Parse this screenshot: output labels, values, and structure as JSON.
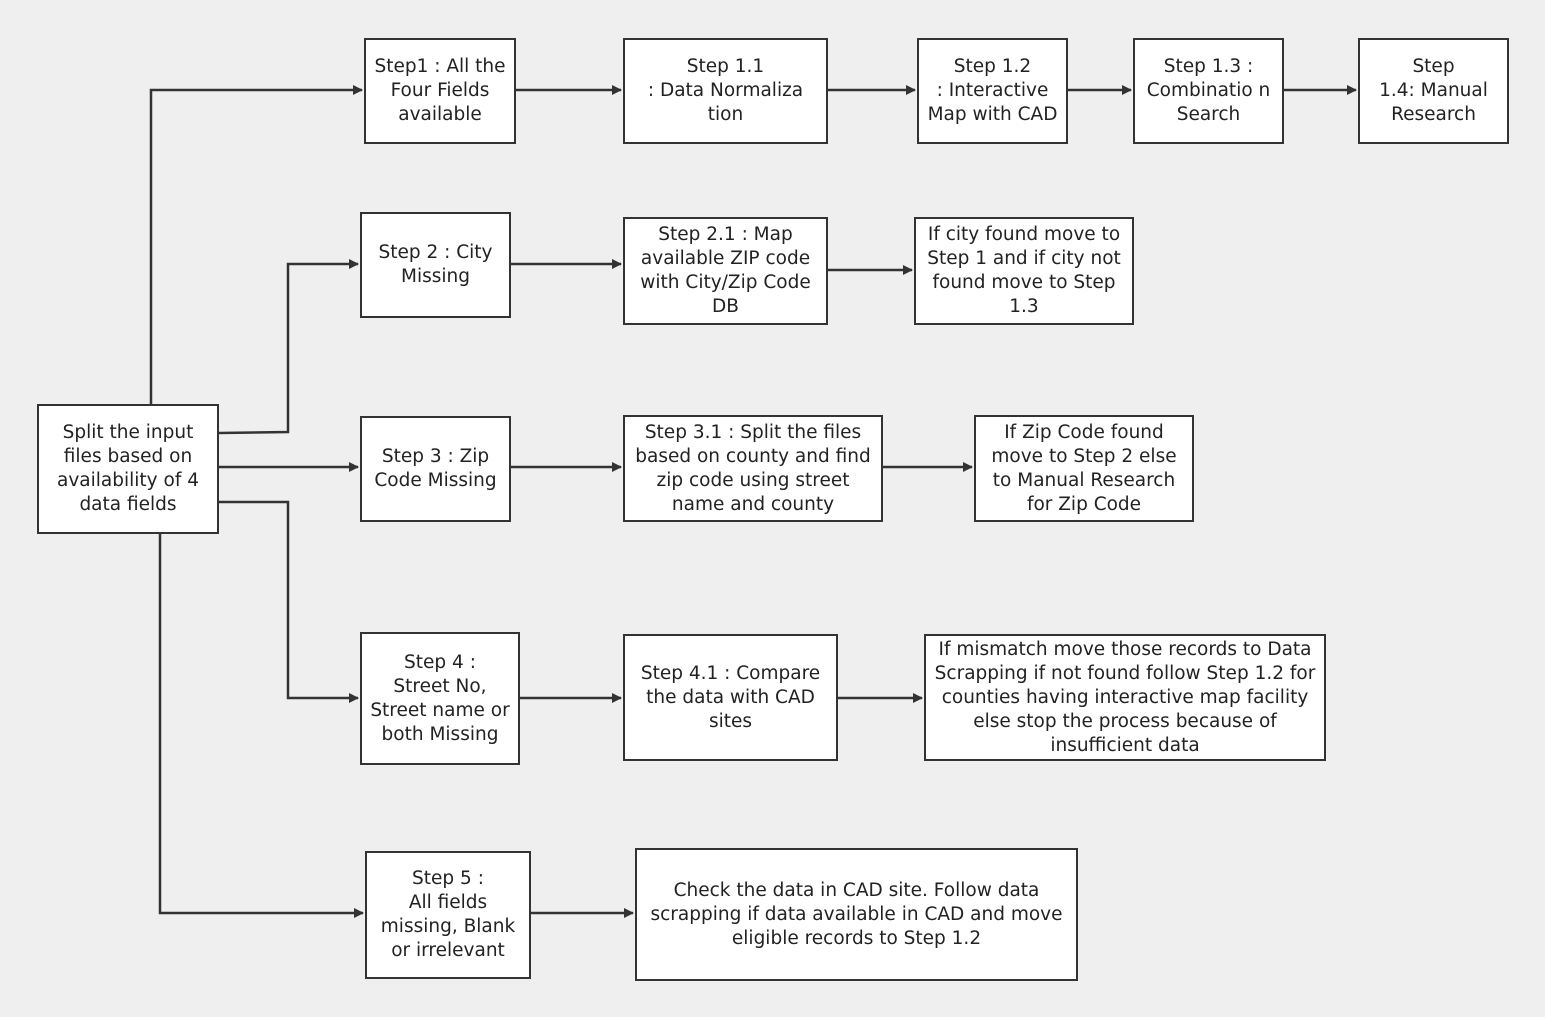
{
  "diagram": {
    "line_color": "#333333",
    "box_fill": "#ffffff",
    "background": "#efefef",
    "nodes": {
      "root": "Split the input files based on availability of  4 data fields",
      "s1": "Step1 : All the Four Fields available",
      "s1_1": "Step 1.1\n:  Data  Normaliza tion",
      "s1_2": "Step 1.2\n:  Interactive Map with CAD",
      "s1_3": "Step 1.3 : Combinatio n Search",
      "s1_4": "Step\n1.4:  Manual Research",
      "s2": "Step 2 : City Missing",
      "s2_1": "Step 2.1 :  Map available ZIP code with City/Zip Code DB",
      "s2_r": "If city found move to Step 1 and if city not found move to Step 1.3",
      "s3": "Step 3 : Zip Code Missing",
      "s3_1": "Step 3.1 : Split the files based on county and find zip code using street name and county",
      "s3_r": "If Zip Code found move to Step 2 else to Manual Research for Zip Code",
      "s4": "Step 4 :\nStreet No, Street name or both Missing",
      "s4_1": "Step 4.1 : Compare the data with CAD sites",
      "s4_r": "If mismatch move those records to Data Scrapping if not found follow Step 1.2 for counties having interactive map facility else stop the process because of insufficient data",
      "s5": "Step 5 :\nAll  fields missing, Blank or irrelevant",
      "s5_r": "Check the data in CAD site. Follow data scrapping if data available in CAD and move eligible records to Step 1.2"
    }
  }
}
